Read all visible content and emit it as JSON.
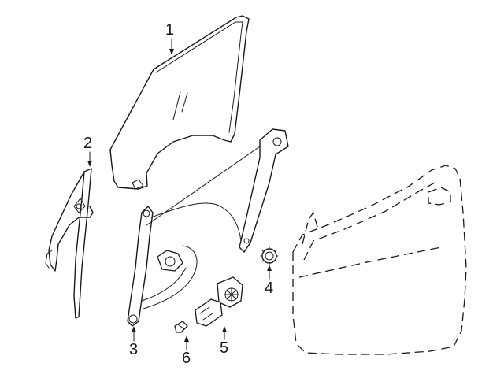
{
  "diagram": {
    "callouts": [
      {
        "id": "glass",
        "label": "1"
      },
      {
        "id": "channel",
        "label": "2"
      },
      {
        "id": "regulator",
        "label": "3"
      },
      {
        "id": "gear",
        "label": "4"
      },
      {
        "id": "motor",
        "label": "5"
      },
      {
        "id": "clip",
        "label": "6"
      }
    ]
  }
}
